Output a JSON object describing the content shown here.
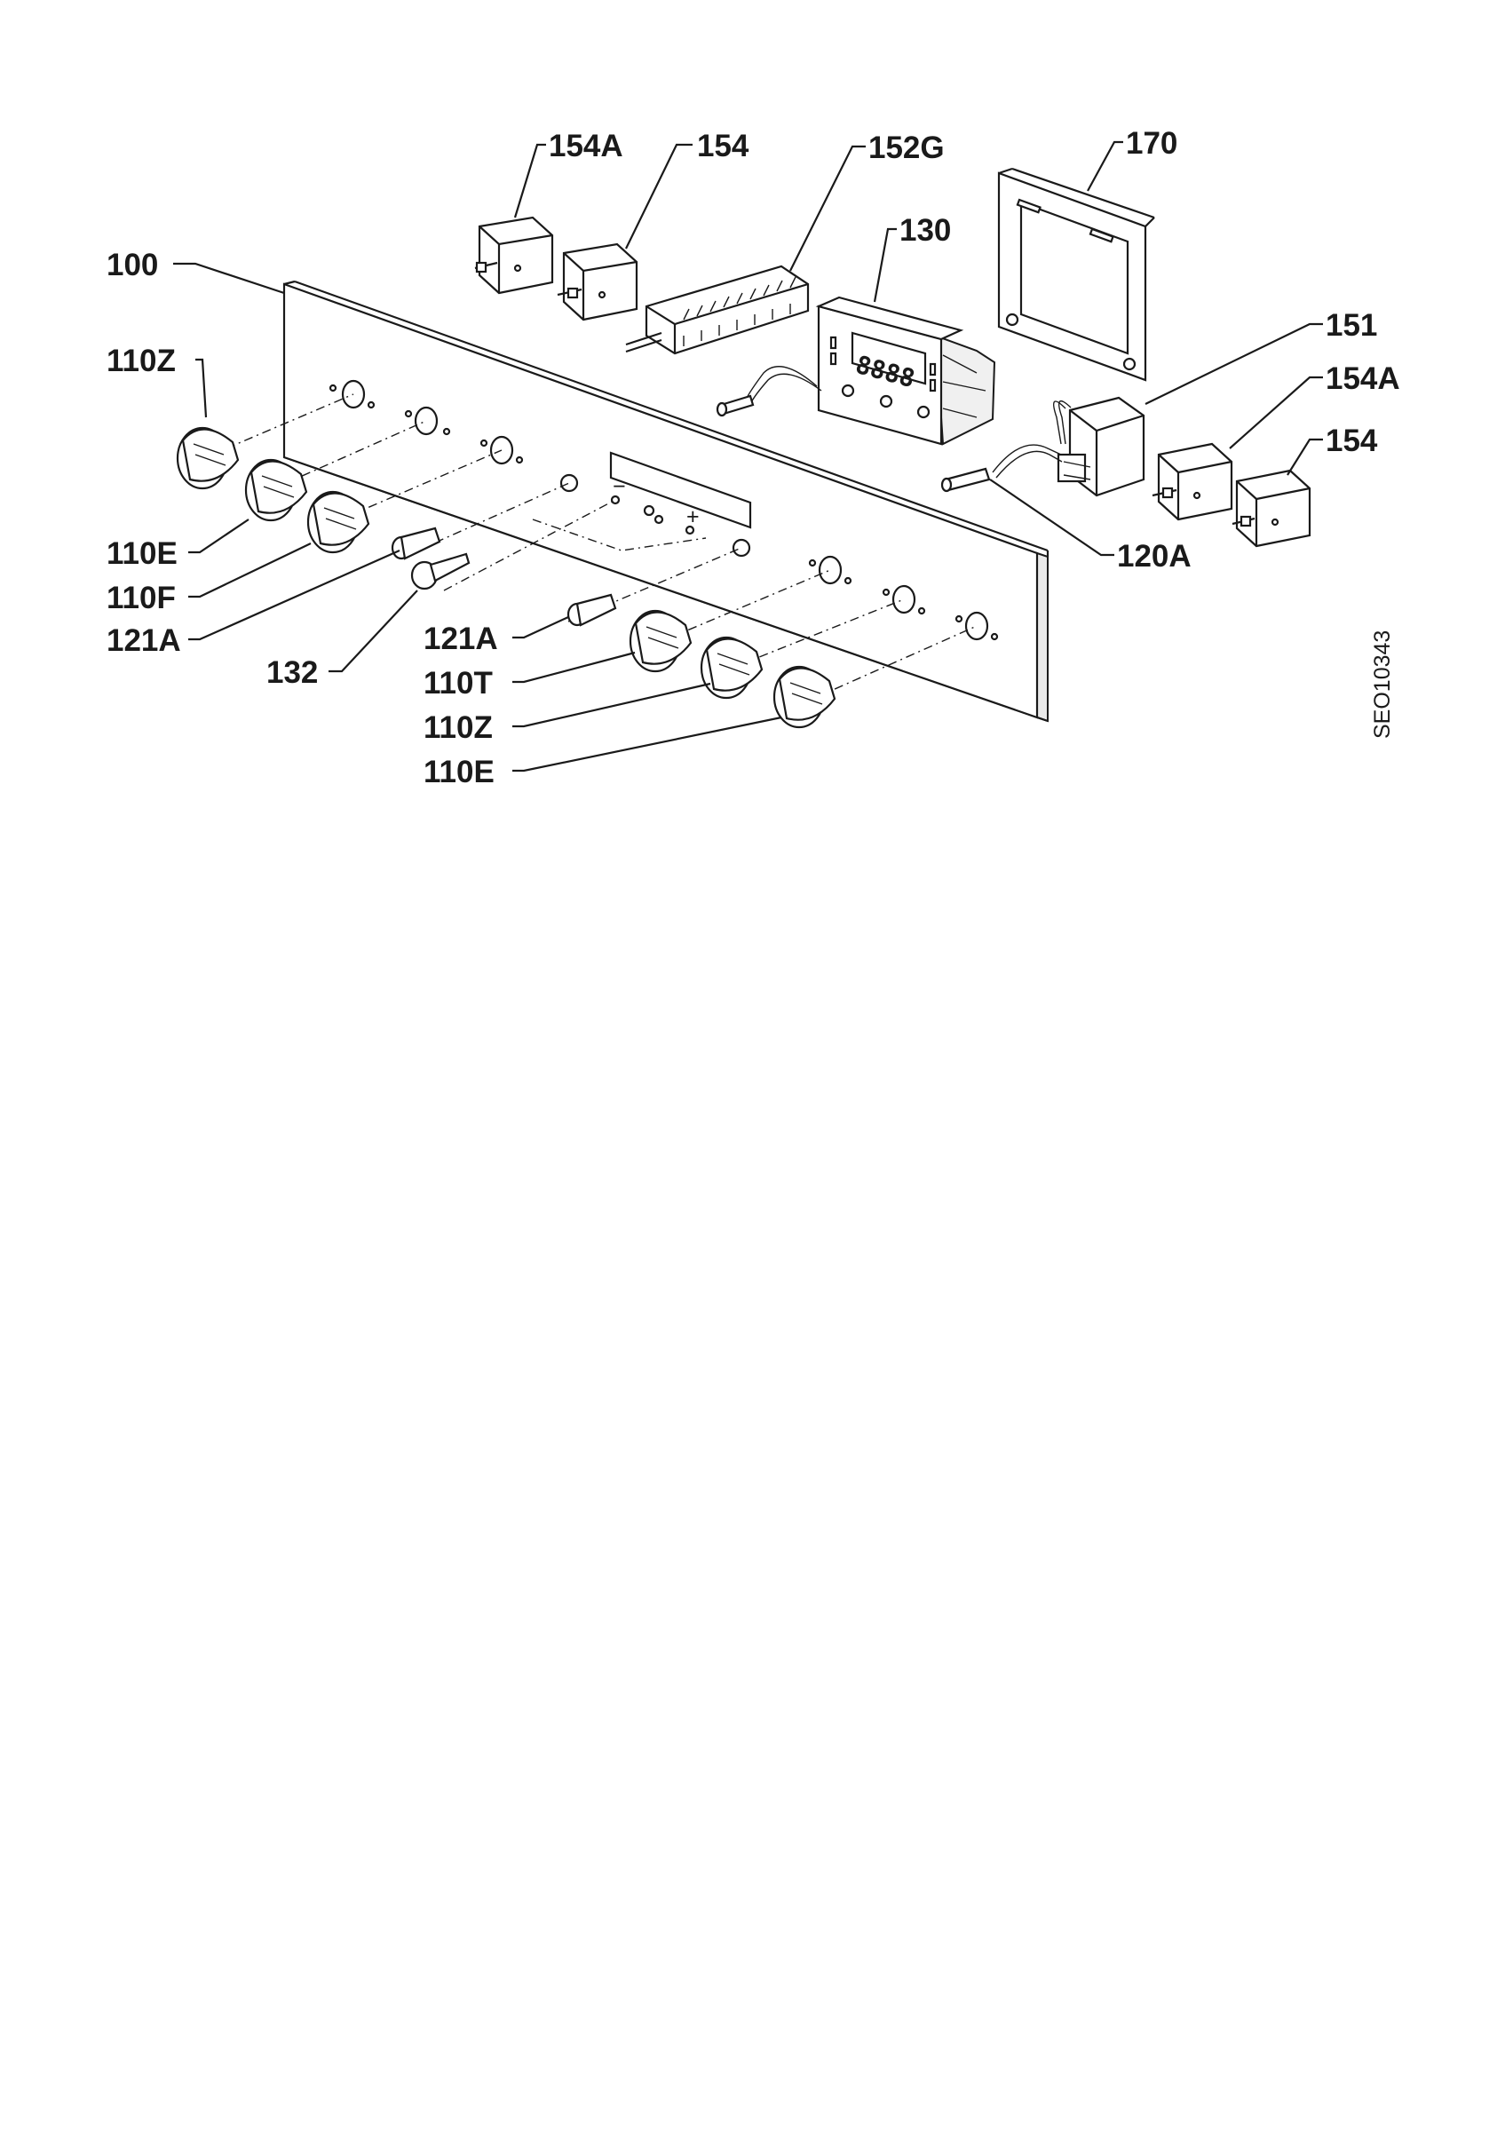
{
  "diagram": {
    "code": "SEO10343",
    "labels": {
      "l100": "100",
      "l110Z_left": "110Z",
      "l110E_left": "110E",
      "l110F": "110F",
      "l121A_left": "121A",
      "l132": "132",
      "l121A_center": "121A",
      "l110T": "110T",
      "l110Z_center": "110Z",
      "l110E_center": "110E",
      "l154A_top": "154A",
      "l154_top": "154",
      "l152G": "152G",
      "l130": "130",
      "l170": "170",
      "l151": "151",
      "l154A_right": "154A",
      "l154_right": "154",
      "l120A": "120A"
    },
    "panel_symbols": {
      "minus": "−",
      "plus": "+"
    },
    "display_digits": "8888"
  }
}
